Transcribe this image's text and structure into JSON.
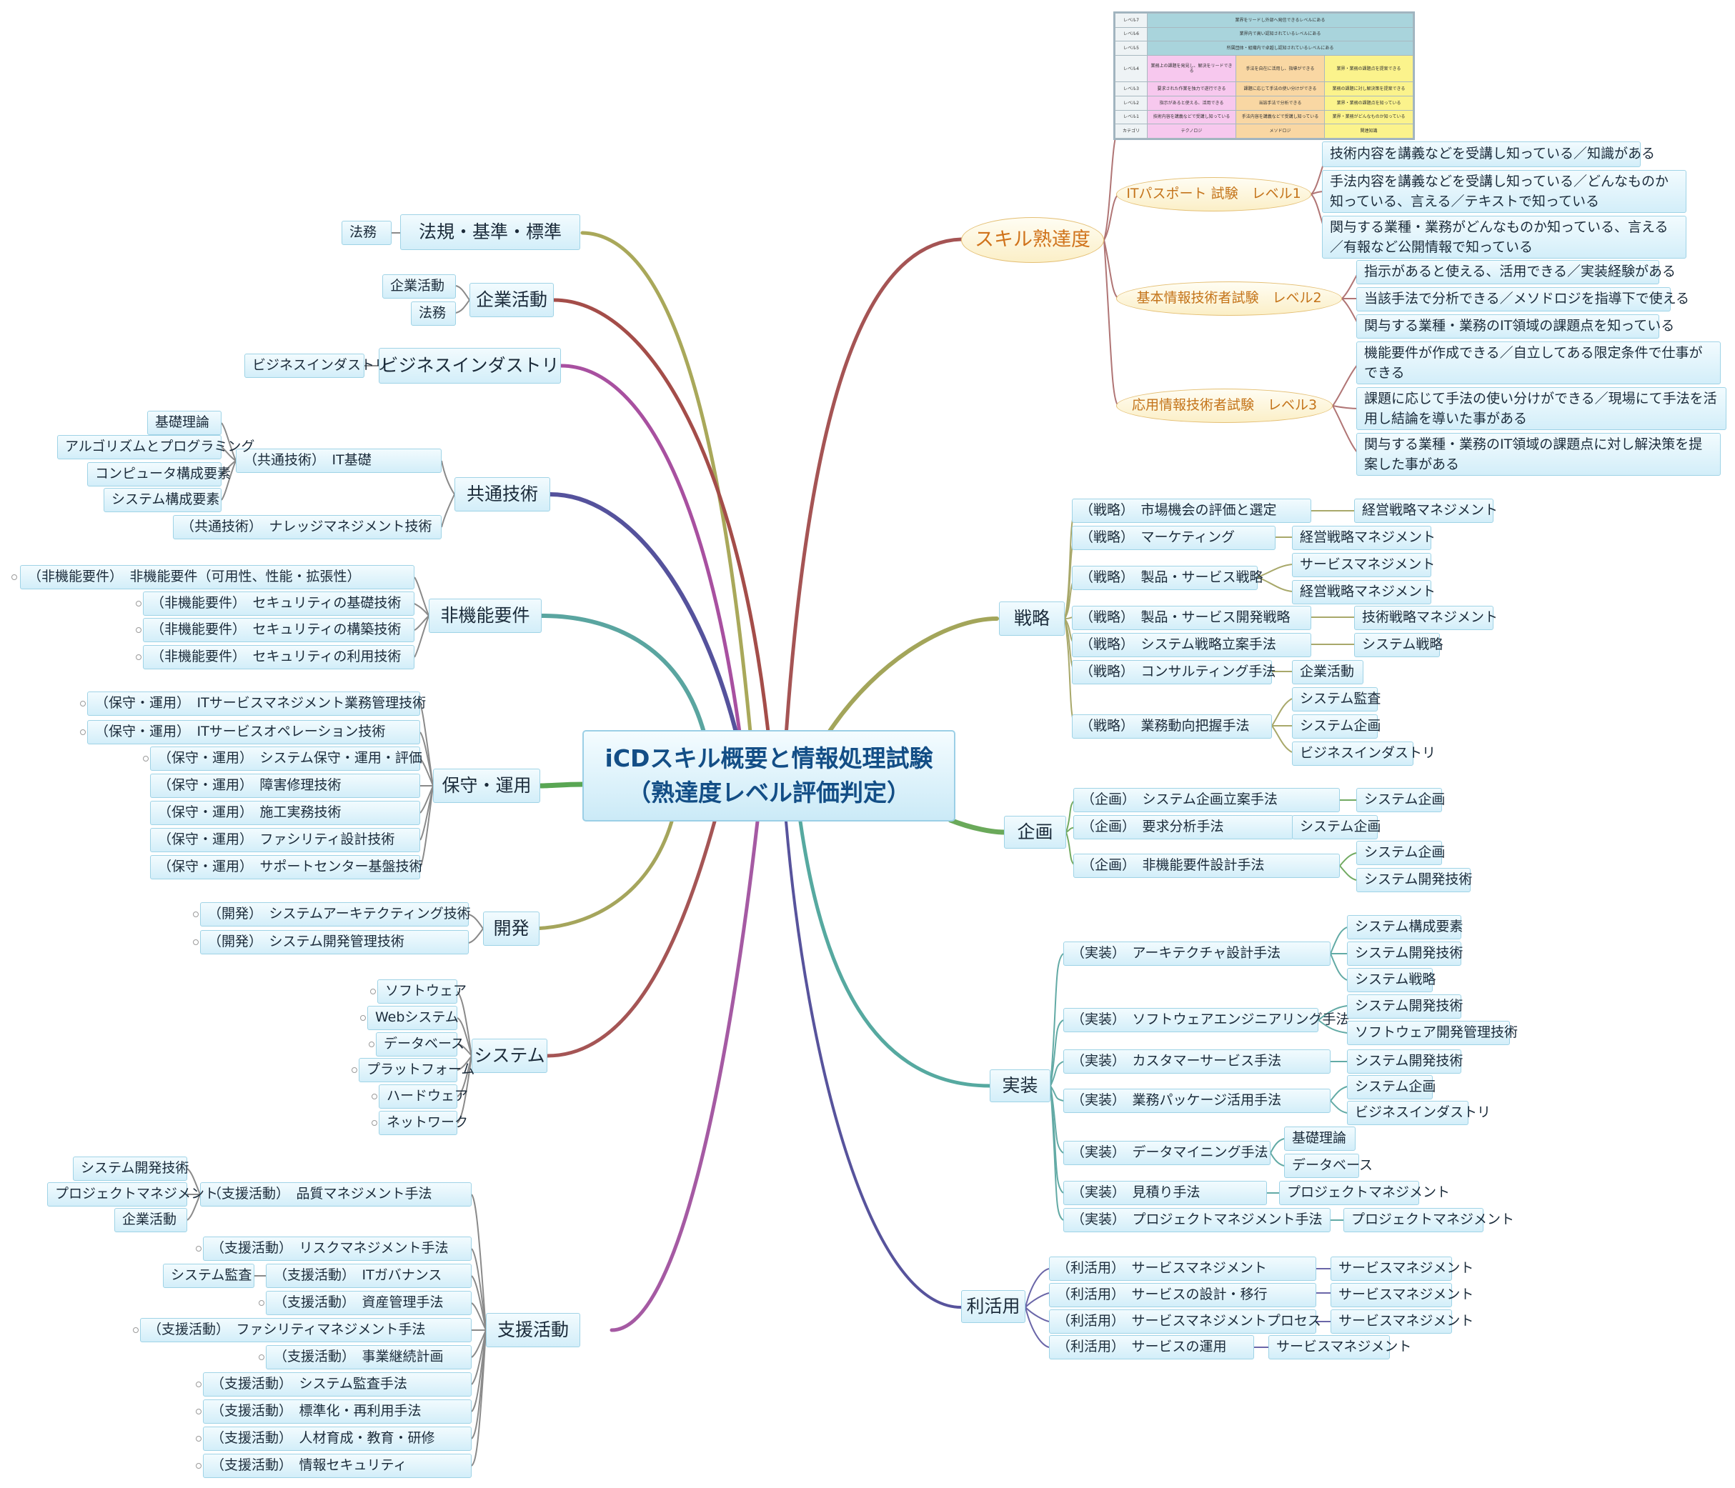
{
  "center": {
    "line1": "iCDスキル概要と情報処理試験",
    "line2": "（熟達度レベル評価判定）"
  },
  "colors": {
    "node_fill": "#d3eef9",
    "node_border": "#9fd3e6",
    "oval_fill": "#fbefc7",
    "oval_text": "#c4741a",
    "center_text": "#134e86"
  },
  "level_table": {
    "rows": [
      {
        "level": "レベル7",
        "cells": [
          "業界をリードし外部へ発信できるレベルにある"
        ]
      },
      {
        "level": "レベル6",
        "cells": [
          "業界内で高い認知されているレベルにある"
        ]
      },
      {
        "level": "レベル5",
        "cells": [
          "所属団体・組織内で卓越し認知されているレベルにある"
        ]
      },
      {
        "level": "レベル4",
        "cells": [
          "業務上の課題を発見し、解決をリードできる",
          "手法を自在に活用し、指導ができる",
          "業界・業務の課題点を提案できる"
        ]
      },
      {
        "level": "レベル3",
        "cells": [
          "要求された作業を独力で遂行できる",
          "課題に応じて手法の使い分けができる",
          "業務の課題に対し解決策を提案できる"
        ]
      },
      {
        "level": "レベル2",
        "cells": [
          "指示があると使える、活用できる",
          "当該手法で分析できる",
          "業界・業務の課題点を知っている"
        ]
      },
      {
        "level": "レベル1",
        "cells": [
          "技術内容を講義などで受講し知っている",
          "手法内容を講義などで受講し知っている",
          "業界・業務がどんなものか知っている"
        ]
      },
      {
        "level": "カテゴリ",
        "cells": [
          "テクノロジ",
          "メソドロジ",
          "関連知識"
        ]
      }
    ]
  },
  "skill": {
    "title": "スキル熟達度",
    "exams": [
      {
        "label": "ITパスポート 試験　レベル1",
        "items": [
          "技術内容を講義などを受講し知っている／知識がある",
          "手法内容を講義などを受講し知っている／どんなものか知っている、言える／テキストで知っている",
          "関与する業種・業務がどんなものか知っている、言える／有報など公開情報で知っている"
        ]
      },
      {
        "label": "基本情報技術者試験　レベル2",
        "items": [
          "指示があると使える、活用できる／実装経験がある",
          "当該手法で分析できる／メソドロジを指導下で使える",
          "関与する業種・業務のIT領域の課題点を知っている"
        ]
      },
      {
        "label": "応用情報技術者試験　レベル3",
        "items": [
          "機能要件が作成できる／自立してある限定条件で仕事ができる",
          "課題に応じて手法の使い分けができる／現場にて手法を活用し結論を導いた事がある",
          "関与する業種・業務のIT領域の課題点に対し解決策を提案した事がある"
        ]
      }
    ]
  },
  "left": {
    "houki": {
      "title": "法規・基準・標準",
      "items": [
        "法務"
      ]
    },
    "kigyo": {
      "title": "企業活動",
      "items": [
        "企業活動",
        "法務"
      ]
    },
    "biz": {
      "title": "ビジネスインダストリ",
      "items": [
        "ビジネスインダストリ"
      ]
    },
    "kyotsu": {
      "title": "共通技術",
      "sub1": "（共通技術）　IT基礎",
      "sub1_items": [
        "基礎理論",
        "アルゴリズムとプログラミング",
        "コンピュータ構成要素",
        "システム構成要素"
      ],
      "sub2": "（共通技術）　ナレッジマネジメント技術"
    },
    "hikino": {
      "title": "非機能要件",
      "items": [
        "（非機能要件）　非機能要件（可用性、性能・拡張性）",
        "（非機能要件）　セキュリティの基礎技術",
        "（非機能要件）　セキュリティの構築技術",
        "（非機能要件）　セキュリティの利用技術"
      ]
    },
    "hoshu": {
      "title": "保守・運用",
      "items": [
        "（保守・運用）　ITサービスマネジメント業務管理技術",
        "（保守・運用）　ITサービスオペレーション技術",
        "（保守・運用）　システム保守・運用・評価",
        "（保守・運用）　障害修理技術",
        "（保守・運用）　施工実務技術",
        "（保守・運用）　ファシリティ設計技術",
        "（保守・運用）　サポートセンター基盤技術"
      ]
    },
    "kaihatsu": {
      "title": "開発",
      "items": [
        "（開発）　システムアーキテクティング技術",
        "（開発）　システム開発管理技術"
      ]
    },
    "system": {
      "title": "システム",
      "items": [
        "ソフトウェア",
        "Webシステム",
        "データベース",
        "プラットフォーム",
        "ハードウェア",
        "ネットワーク"
      ]
    },
    "shien": {
      "title": "支援活動",
      "hinshitsu": "（支援活動）　品質マネジメント手法",
      "hinshitsu_items": [
        "システム開発技術",
        "プロジェクトマネジメント",
        "企業活動"
      ],
      "items": [
        "（支援活動）　リスクマネジメント手法",
        "（支援活動）　ITガバナンス",
        "（支援活動）　資産管理手法",
        "（支援活動）　ファシリティマネジメント手法",
        "（支援活動）　事業継続計画",
        "（支援活動）　システム監査手法",
        "（支援活動）　標準化・再利用手法",
        "（支援活動）　人材育成・教育・研修",
        "（支援活動）　情報セキュリティ"
      ],
      "gov_item": "システム監査"
    }
  },
  "right": {
    "senryaku": {
      "title": "戦略",
      "rows": [
        {
          "label": "（戦略）　市場機会の評価と選定",
          "items": [
            "経営戦略マネジメント"
          ]
        },
        {
          "label": "（戦略）　マーケティング",
          "items": [
            "経営戦略マネジメント"
          ]
        },
        {
          "label": "（戦略）　製品・サービス戦略",
          "items": [
            "サービスマネジメント",
            "経営戦略マネジメント"
          ]
        },
        {
          "label": "（戦略）　製品・サービス開発戦略",
          "items": [
            "技術戦略マネジメント"
          ]
        },
        {
          "label": "（戦略）　システム戦略立案手法",
          "items": [
            "システム戦略"
          ]
        },
        {
          "label": "（戦略）　コンサルティング手法",
          "items": [
            "企業活動"
          ]
        },
        {
          "label": "（戦略）　業務動向把握手法",
          "items": [
            "システム監査",
            "システム企画",
            "ビジネスインダストリ"
          ]
        }
      ]
    },
    "kikaku": {
      "title": "企画",
      "rows": [
        {
          "label": "（企画）　システム企画立案手法",
          "items": [
            "システム企画"
          ]
        },
        {
          "label": "（企画）　要求分析手法",
          "items": [
            "システム企画"
          ]
        },
        {
          "label": "（企画）　非機能要件設計手法",
          "items": [
            "システム企画",
            "システム開発技術"
          ]
        }
      ]
    },
    "jisso": {
      "title": "実装",
      "rows": [
        {
          "label": "（実装）　アーキテクチャ設計手法",
          "items": [
            "システム構成要素",
            "システム開発技術",
            "システム戦略"
          ]
        },
        {
          "label": "（実装）　ソフトウェアエンジニアリング手法",
          "items": [
            "システム開発技術",
            "ソフトウェア開発管理技術"
          ]
        },
        {
          "label": "（実装）　カスタマーサービス手法",
          "items": [
            "システム開発技術"
          ]
        },
        {
          "label": "（実装）　業務パッケージ活用手法",
          "items": [
            "システム企画",
            "ビジネスインダストリ"
          ]
        },
        {
          "label": "（実装）　データマイニング手法",
          "items": [
            "基礎理論",
            "データベース"
          ]
        },
        {
          "label": "（実装）　見積り手法",
          "items": [
            "プロジェクトマネジメント"
          ]
        },
        {
          "label": "（実装）　プロジェクトマネジメント手法",
          "items": [
            "プロジェクトマネジメント"
          ]
        }
      ]
    },
    "rikatsu": {
      "title": "利活用",
      "rows": [
        {
          "label": "（利活用）　サービスマネジメント",
          "items": [
            "サービスマネジメント"
          ]
        },
        {
          "label": "（利活用）　サービスの設計・移行",
          "items": [
            "サービスマネジメント"
          ]
        },
        {
          "label": "（利活用）　サービスマネジメントプロセス",
          "items": [
            "サービスマネジメント"
          ]
        },
        {
          "label": "（利活用）　サービスの運用",
          "items": [
            "サービスマネジメント"
          ]
        }
      ]
    }
  }
}
